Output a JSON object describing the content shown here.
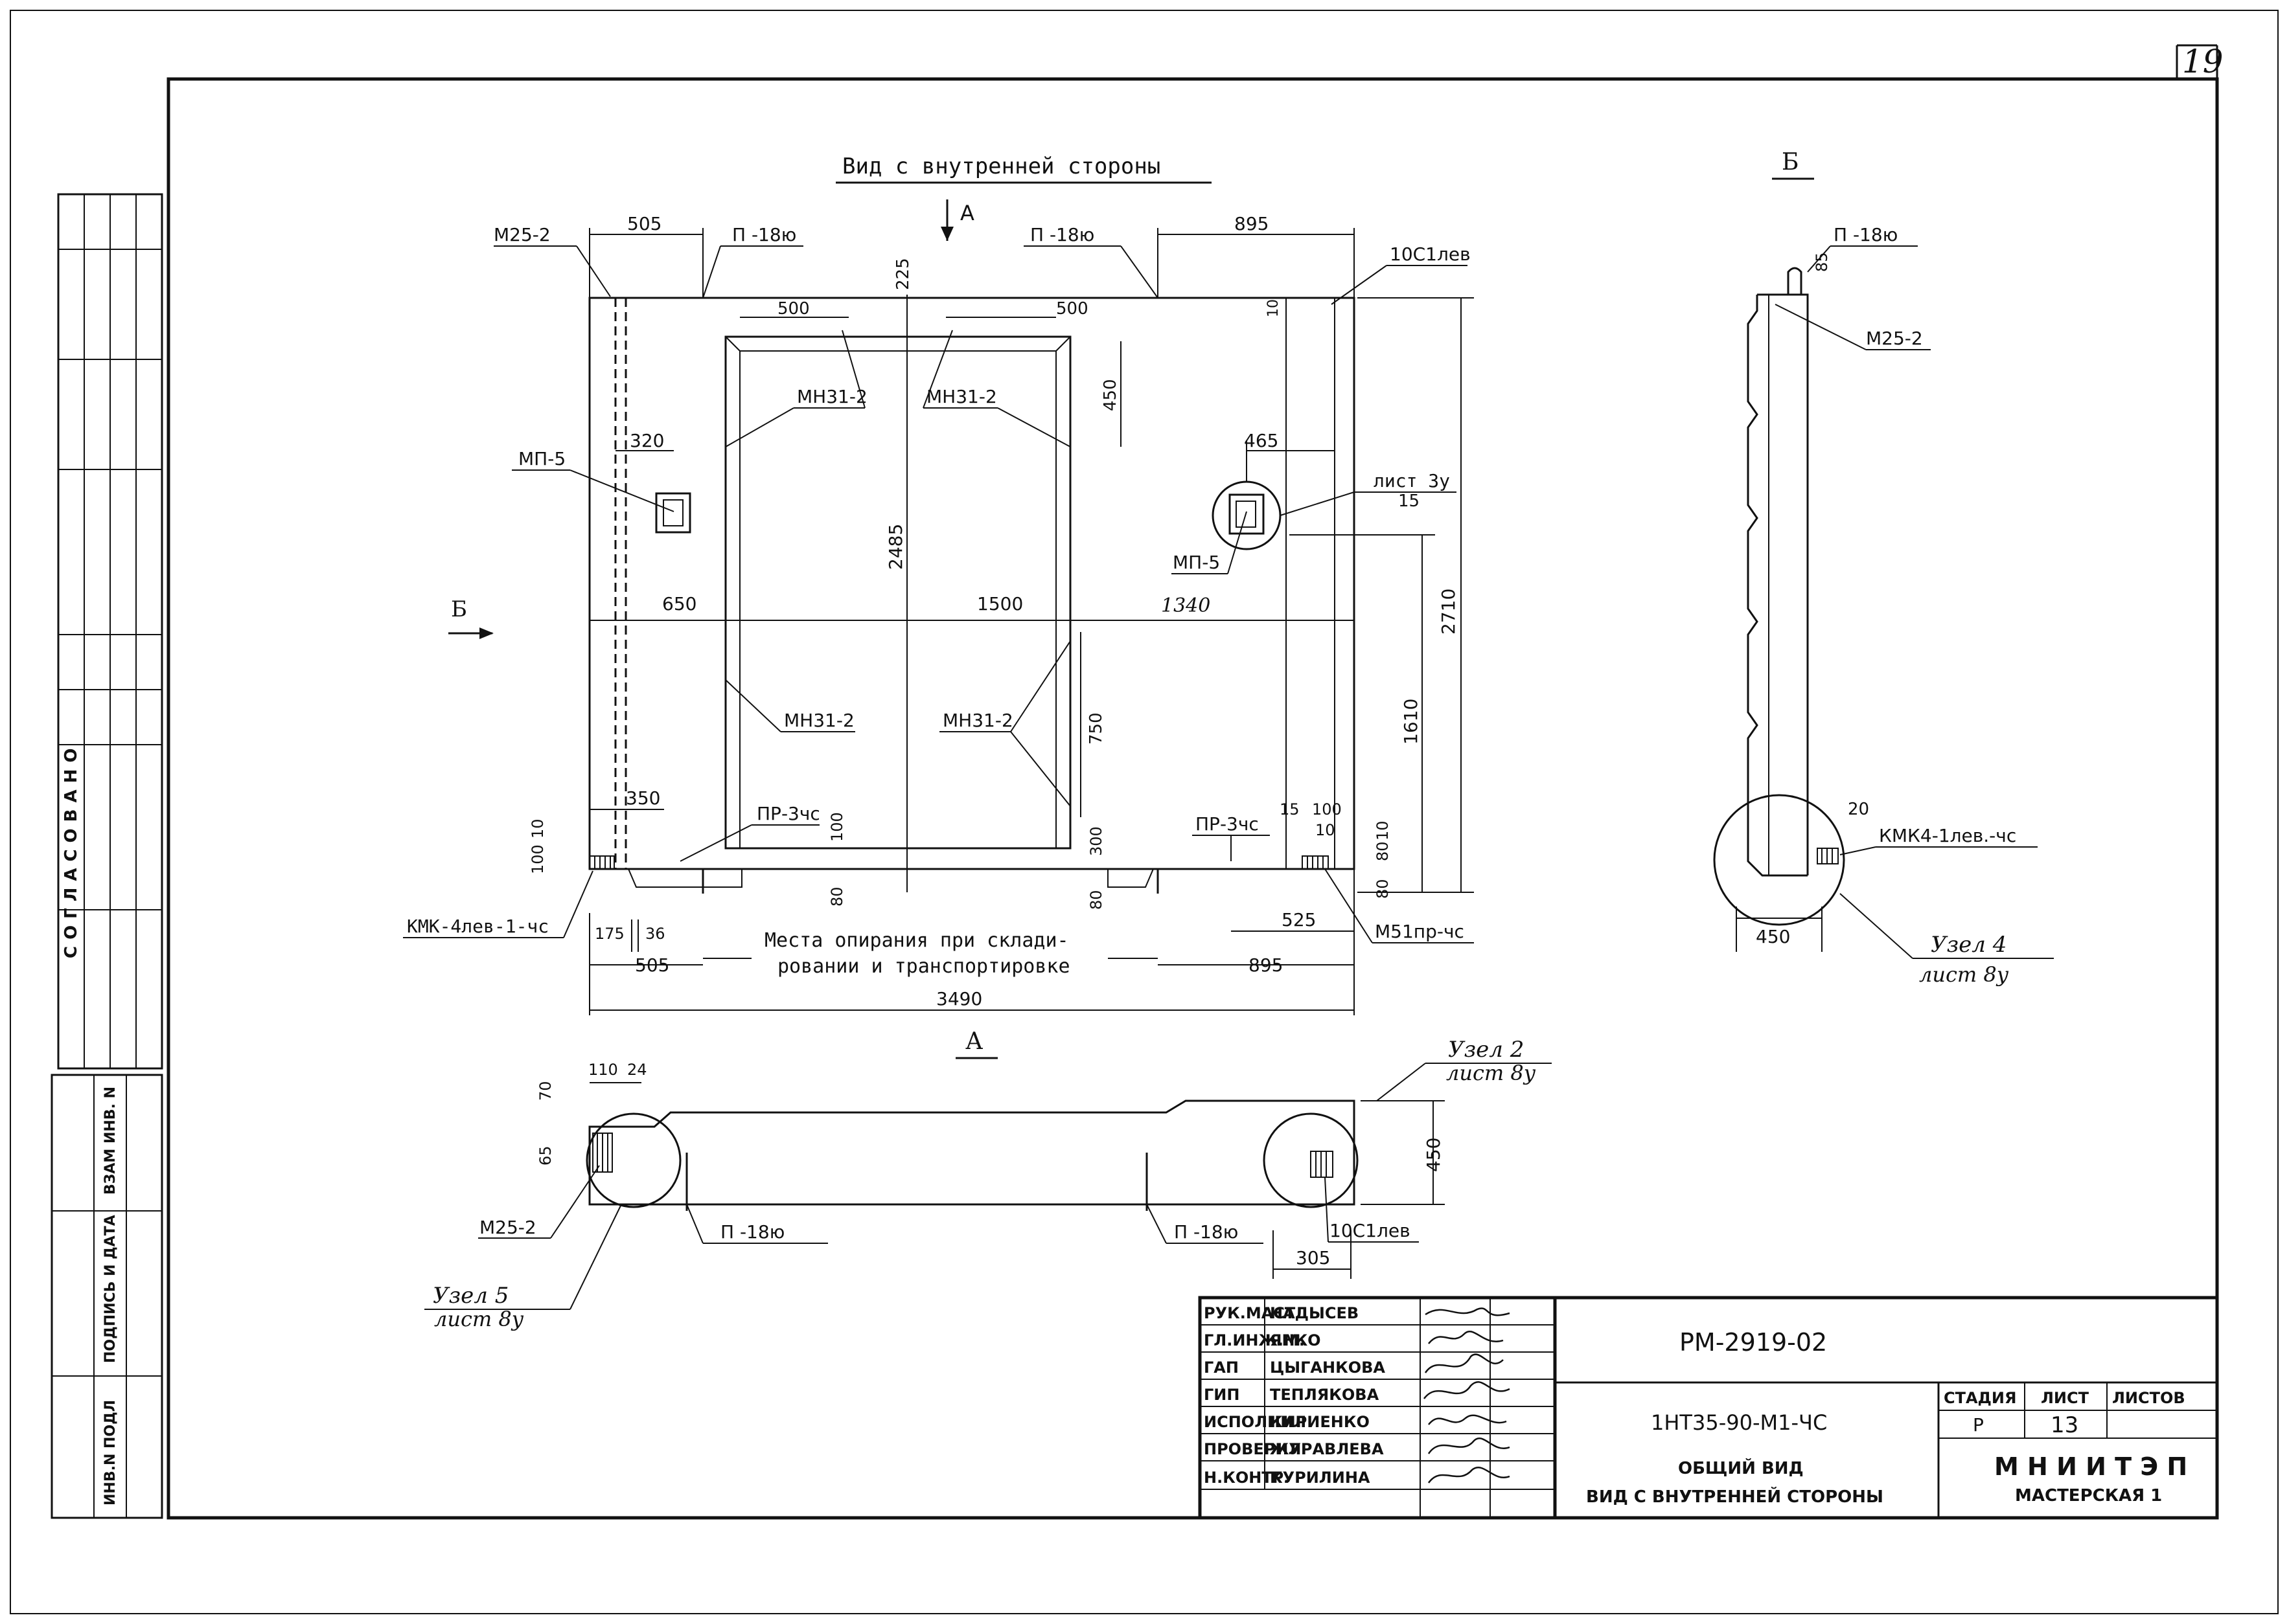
{
  "sheet_number": "19",
  "views": {
    "main": {
      "title": "Вид с внутренней стороны",
      "section_arrow": "А",
      "side_arrow": "Б",
      "dimensions": {
        "top_left": "505",
        "top_right": "895",
        "d225": "225",
        "d500a": "500",
        "d500b": "500",
        "d450": "450",
        "d320": "320",
        "d465": "465",
        "d15": "15",
        "d2485": "2485",
        "d2710": "2710",
        "d1610": "1610",
        "d650": "650",
        "d1500": "1500",
        "d1340": "1340",
        "d350": "350",
        "d750": "750",
        "d100a": "100",
        "d300": "300",
        "d80a": "80",
        "d80b": "80",
        "d80c": "80",
        "d80d": "80",
        "d100b": "100",
        "d10a": "10",
        "d10b": "10",
        "d10c": "10",
        "d10d": "10",
        "d15b": "15",
        "d100c": "100",
        "d175": "175",
        "d36": "36",
        "d525": "525",
        "bottom_left": "505",
        "bottom_right": "895",
        "overall": "3490"
      },
      "labels": {
        "m25_2": "М25-2",
        "p18u_a": "П -18ю",
        "p18u_b": "П -18ю",
        "ten_c1": "10С1лев",
        "mp5_a": "МП-5",
        "mp5_b": "МП-5",
        "mn31_a": "МН31-2",
        "mn31_b": "МН31-2",
        "mn31_c": "МН31-2",
        "mn31_d": "МН31-2",
        "sheet_ref": "лист 3у",
        "pr3_a": "ПР-3чс",
        "pr3_b": "ПР-3чс",
        "kmk": "КМК-4лев-1-чс",
        "m51": "М51пр-чс",
        "support_1": "Места опирания при склади-",
        "support_2": "ровании и транспортировке"
      }
    },
    "side": {
      "title": "Б",
      "labels": {
        "p18u": "П -18ю",
        "d85": "85",
        "m25_2": "М25-2",
        "d20": "20",
        "kmk": "КМК4-1лев.-чс",
        "d450": "450",
        "node": "Узел 4",
        "node_sheet": "лист 8у"
      }
    },
    "section": {
      "title": "А",
      "labels": {
        "d110": "110",
        "d24": "24",
        "d70": "70",
        "d65": "65",
        "d450": "450",
        "m25_2": "М25-2",
        "p18u_a": "П -18ю",
        "p18u_b": "П -18ю",
        "ten_c1": "10С1лев",
        "d305": "305",
        "node2": "Узел 2",
        "node2_sheet": "лист 8у",
        "node5": "Узел 5",
        "node5_sheet": "лист 8у"
      }
    }
  },
  "side_stamp": {
    "agreed": "СОГЛАСОВАНО",
    "inv_orig": "ИНВ.N ПОДЛ",
    "sign_date": "ПОДПИСЬ И ДАТА",
    "replace_inv": "ВЗАМ ИНВ. N"
  },
  "title_block": {
    "roles": [
      {
        "role": "РУК.МАСТ",
        "name": "НАДЫСЕВ"
      },
      {
        "role": "ГЛ.ИНЖ.М.",
        "name": "ЯНКО"
      },
      {
        "role": "ГАП",
        "name": "ЦЫГАНКОВА"
      },
      {
        "role": "ГИП",
        "name": "ТЕПЛЯКОВА"
      },
      {
        "role": "ИСПОЛНИЛ",
        "name": "КИРИЕНКО"
      },
      {
        "role": "ПРОВЕРИЛ",
        "name": "ЖУРАВЛЕВА"
      },
      {
        "role": "Н.КОНТР.",
        "name": "КУРИЛИНА"
      }
    ],
    "doc_code": "РМ-2919-02",
    "product_code": "1НТ35-90-М1-ЧС",
    "sheet_title_1": "ОБЩИЙ ВИД",
    "sheet_title_2": "ВИД С ВНУТРЕННЕЙ СТОРОНЫ",
    "stage_header": "СТАДИЯ",
    "sheet_header": "ЛИСТ",
    "sheets_header": "ЛИСТОВ",
    "stage": "Р",
    "sheet": "13",
    "sheets": "",
    "org": "М Н И И Т Э П",
    "workshop": "МАСТЕРСКАЯ 1"
  }
}
